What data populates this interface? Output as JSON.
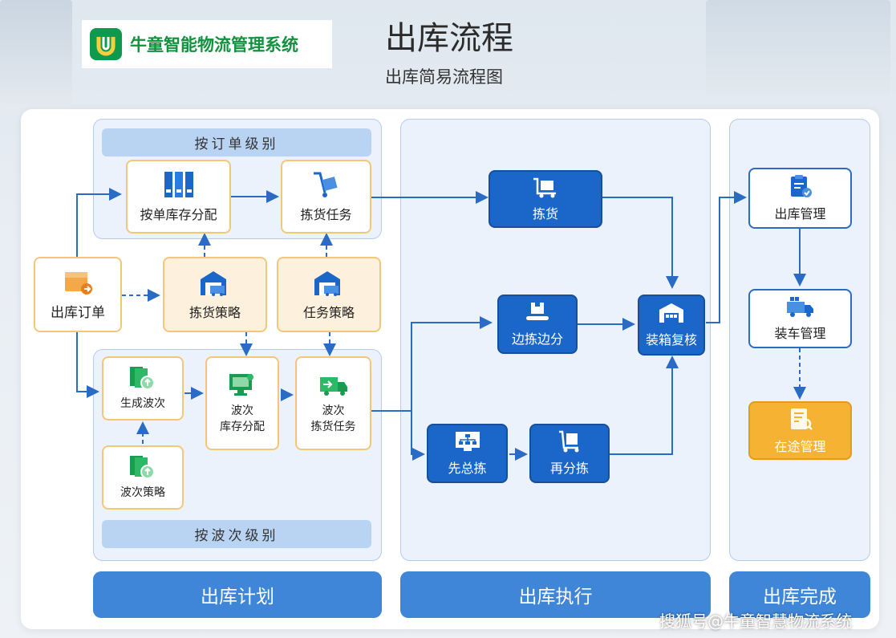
{
  "logo": {
    "text": "牛童智能物流管理系统"
  },
  "title": "出库流程",
  "subtitle": "出库简易流程图",
  "plan": {
    "band_top": "按订单级别",
    "band_bottom": "按波次级别",
    "order_alloc": "按单库存分配",
    "pick_task": "拣货任务",
    "outbound_order": "出库订单",
    "pick_strategy": "拣货策略",
    "task_strategy": "任务策略",
    "gen_wave": "生成波次",
    "wave_alloc_1": "波次",
    "wave_alloc_2": "库存分配",
    "wave_pick_1": "波次",
    "wave_pick_2": "拣货任务",
    "wave_strategy": "波次策略"
  },
  "exec": {
    "picking": "拣货",
    "pick_and_sort": "边拣边分",
    "pack_check": "装箱复核",
    "total_pick": "先总拣",
    "re_sort": "再分拣"
  },
  "done": {
    "outbound_mgmt": "出库管理",
    "loading_mgmt": "装车管理",
    "transit_mgmt": "在途管理"
  },
  "bars": {
    "plan": "出库计划",
    "exec": "出库执行",
    "done": "出库完成"
  },
  "watermark": "搜狐号@牛童智慧物流系统",
  "colors": {
    "accent_blue": "#1b66c9",
    "orange_border": "#f3c77a",
    "green": "#13913f",
    "yellow": "#f6b333"
  }
}
